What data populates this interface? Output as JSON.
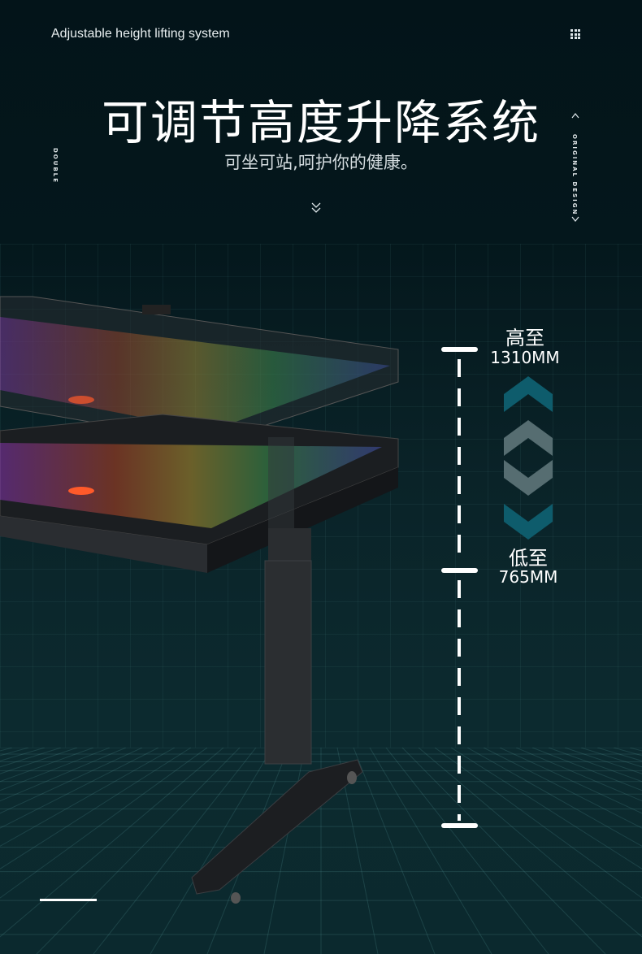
{
  "header": {
    "subtitle_en": "Adjustable height lifting system",
    "menu_icon": "grid-dots-icon"
  },
  "hero": {
    "title": "可调节高度升降系统",
    "subtitle": "可坐可站,呵护你的健康。",
    "scroll_icon": "double-chevron-down-icon"
  },
  "side": {
    "left_text": "DOUBLE",
    "right_text": "ORIGINAL DESIGN"
  },
  "height": {
    "max_label": "高至",
    "max_value": "1310MM",
    "min_label": "低至",
    "min_value": "765MM"
  },
  "colors": {
    "teal": "#0e5c6c",
    "gray": "#566d71",
    "background": "#04171c"
  }
}
